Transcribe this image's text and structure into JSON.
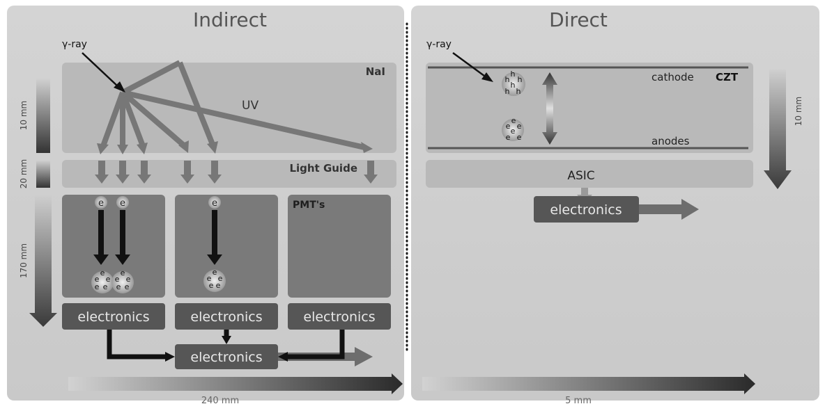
{
  "indirect": {
    "title": "Indirect",
    "gamma_label": "γ-ray",
    "crystal_label": "NaI",
    "uv_label": "UV",
    "light_guide_label": "Light Guide",
    "pmt_label": "PMT's",
    "electron": "e",
    "electronics_label": "electronics",
    "dim_10": "10 mm",
    "dim_20": "20 mm",
    "dim_170": "170 mm",
    "width_label": "240 mm"
  },
  "direct": {
    "title": "Direct",
    "gamma_label": "γ-ray",
    "cathode_label": "cathode",
    "detector_label": "CZT",
    "anodes_label": "anodes",
    "hole": "h",
    "electron": "e",
    "asic_label": "ASIC",
    "electronics_label": "electronics",
    "dim_10": "10 mm",
    "width_label": "5 mm"
  }
}
